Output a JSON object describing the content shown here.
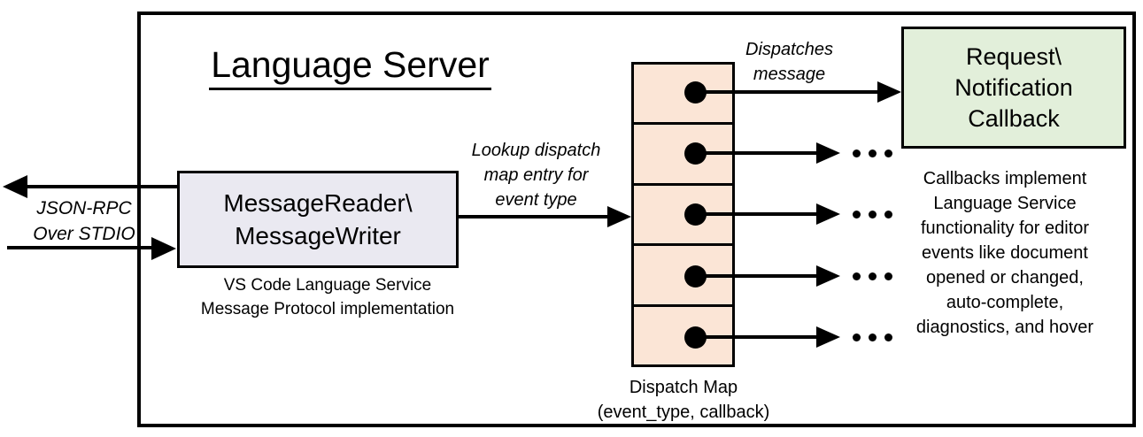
{
  "diagram": {
    "title": "Language Server",
    "io_label": {
      "line1": "JSON-RPC",
      "line2": "Over STDIO"
    },
    "message_box": {
      "line1": "MessageReader\\",
      "line2": "MessageWriter"
    },
    "message_caption": {
      "line1": "VS Code Language Service",
      "line2": "Message Protocol implementation"
    },
    "lookup_label": {
      "line1": "Lookup dispatch",
      "line2": "map entry for",
      "line3": "event type"
    },
    "dispatch_label": {
      "line1": "Dispatches",
      "line2": "message"
    },
    "dispatch_map": {
      "caption_line1": "Dispatch Map",
      "caption_line2": "(event_type, callback)",
      "rows": 5
    },
    "callback_box": {
      "line1": "Request\\",
      "line2": "Notification",
      "line3": "Callback"
    },
    "callback_note": {
      "line1": "Callbacks implement",
      "line2": "Language Service",
      "line3": "functionality for editor",
      "line4": "events like document",
      "line5": "opened or changed,",
      "line6": "auto-complete,",
      "line7": "diagnostics, and hover"
    },
    "colors": {
      "message_box_fill": "#EAE9F1",
      "dispatch_map_fill": "#FBE5D6",
      "callback_box_fill": "#E2EFDA",
      "line_color": "#000000"
    }
  }
}
